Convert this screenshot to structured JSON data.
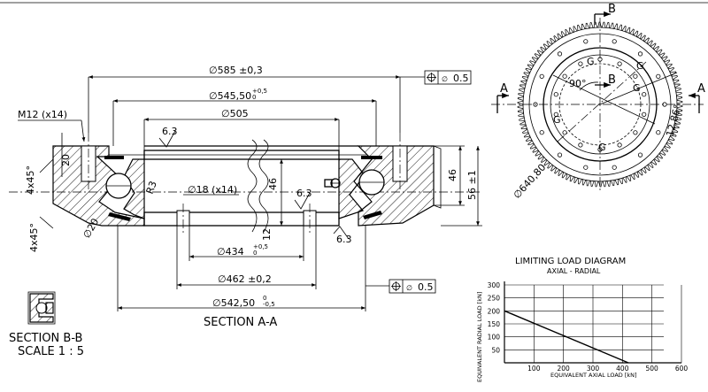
{
  "section_view": {
    "dims": {
      "d585": "∅585 ±0,3",
      "d545": "∅545,50",
      "d545_tol_up": "+0,5",
      "d545_tol_low": "0",
      "d505": "∅505",
      "m12": "M12 (x14)",
      "h20": "20",
      "ch1": "4x45°",
      "ch2": "4x45°",
      "r63a": "6.3",
      "r63b": "6.3",
      "r63c": "6.3",
      "d18": "∅18 (x14)",
      "r3": "R3",
      "h46a": "46",
      "h46b": "46",
      "h56": "56 ±1",
      "h12": "12",
      "d20": "∅20",
      "d434": "∅434",
      "d434_tol_up": "+0,5",
      "d434_tol_low": "0",
      "d462": "∅462 ±0,2",
      "d542": "∅542,50",
      "d542_tol_up": "0",
      "d542_tol_low": "-0,5",
      "fcf_top": "0.5",
      "fcf_bottom": "0.5",
      "fcf_sym": "∅"
    },
    "caption": "SECTION A-A"
  },
  "top_view": {
    "label_b_top": "B",
    "label_b_mid": "B",
    "label_a_left": "A",
    "label_a_right": "A",
    "angle": "90°",
    "angle2": "12,86°",
    "pcd": "∅640,80",
    "g1": "G",
    "g2": "G",
    "g3": "G",
    "g4": "G",
    "g5": "G"
  },
  "detail_view": {
    "caption": "SECTION B-B",
    "scale": "SCALE 1 : 5"
  },
  "chart_data": {
    "type": "line",
    "title": "LIMITING LOAD DIAGRAM",
    "subtitle": "AXIAL - RADIAL",
    "xlabel": "EQUIVALENT AXIAL LOAD [kN]",
    "ylabel": "EQUIVALENT RADIAL LOAD [kN]",
    "xlim": [
      0,
      600
    ],
    "ylim": [
      0,
      300
    ],
    "xticks": [
      "100",
      "200",
      "300",
      "400",
      "500",
      "600"
    ],
    "yticks": [
      "50",
      "100",
      "150",
      "200",
      "250",
      "300"
    ],
    "grid": true,
    "series": [
      {
        "x": [
          0,
          420
        ],
        "y": [
          200,
          0
        ]
      }
    ]
  }
}
